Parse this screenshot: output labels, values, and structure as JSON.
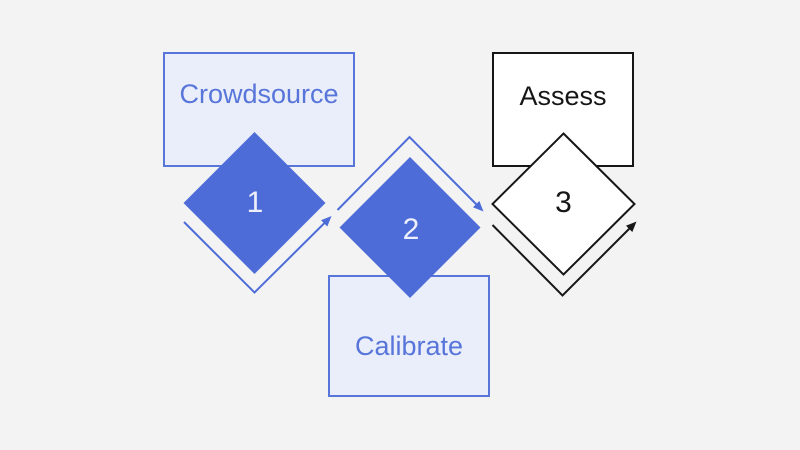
{
  "colors": {
    "canvas_bg": "#f3f3f4",
    "accent_blue": "#4d6cd8",
    "light_blue_fill": "#eaeefb",
    "blue_border": "#5875da",
    "blue_text": "#5875da",
    "ink": "#161616",
    "white_fill": "#ffffff",
    "number_on_blue": "#edf0fb"
  },
  "steps": {
    "crowdsource": {
      "label": "Crowdsource",
      "number": "1"
    },
    "calibrate": {
      "label": "Calibrate",
      "number": "2"
    },
    "assess": {
      "label": "Assess",
      "number": "3"
    }
  }
}
